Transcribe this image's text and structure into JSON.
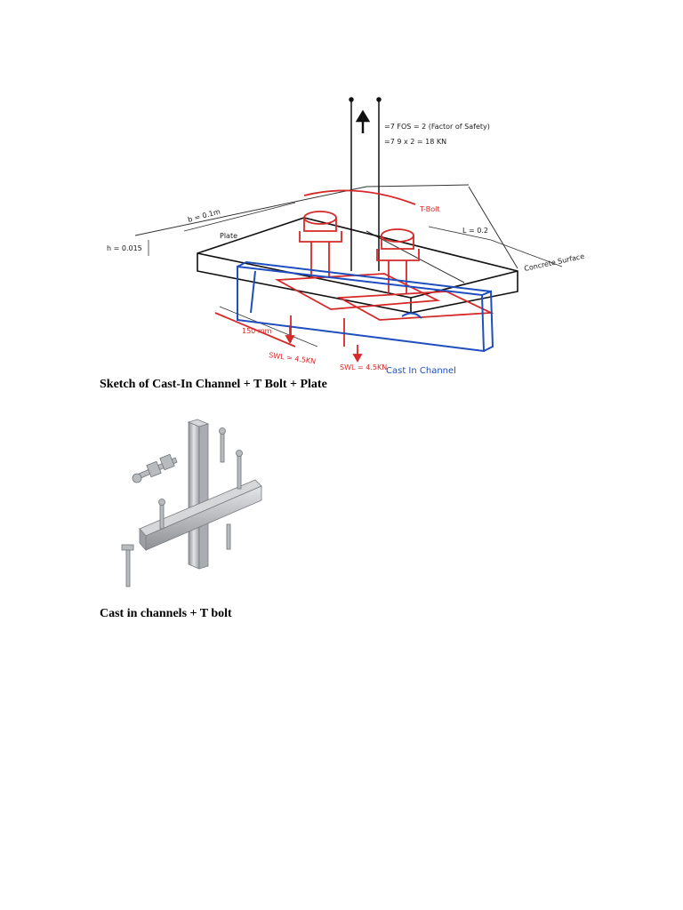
{
  "sketch": {
    "caption": "Sketch of Cast-In Channel + T Bolt + Plate",
    "annotations": {
      "fos": "=7 FOS = 2 (Factor of Safety)",
      "load": "=7 9 x 2 = 18 KN",
      "t_bolt": "T-Bolt",
      "b": "b = 0.1m",
      "h": "h = 0.015",
      "plate": "Plate",
      "l": "L = 0.2",
      "concrete": "Concrete Surface",
      "dim_150": "150 mm",
      "swl1": "SWL = 4.5KN",
      "swl2": "SWL = 4.5KN",
      "channel": "Cast In Channel"
    },
    "colors": {
      "ink": "#1a1a1a",
      "bolt": "#d62828",
      "channel": "#1f4fbf"
    }
  },
  "photo": {
    "caption": "Cast in channels + T bolt",
    "colors": {
      "steel": "#b9bcbf",
      "steel_dark": "#8d9094",
      "steel_light": "#e3e5e7"
    }
  }
}
